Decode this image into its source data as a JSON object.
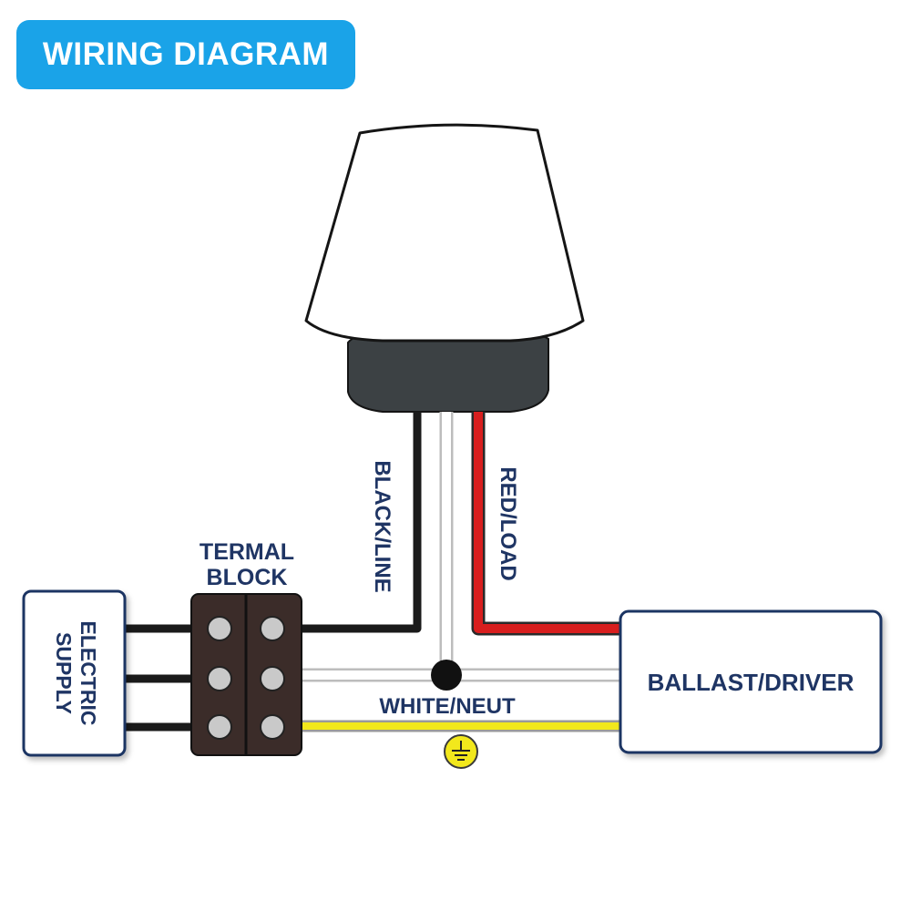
{
  "title": "WIRING DIAGRAM",
  "labels": {
    "black_line": "BLACK/LINE",
    "red_load": "RED/LOAD",
    "termal_block_1": "TERMAL",
    "termal_block_2": "BLOCK",
    "electric_supply_1": "ELECTRIC",
    "electric_supply_2": "SUPPLY",
    "ballast_driver": "BALLAST/DRIVER",
    "white_neut": "WHITE/NEUT"
  },
  "colors": {
    "title_bg": "#1aa3e8",
    "label_text": "#1f3564",
    "box_border": "#1f3564",
    "wire_black": "#1a1a1a",
    "wire_red": "#d81e1e",
    "wire_white": "#ffffff",
    "wire_yellow": "#f2e81c",
    "terminal_block": "#3b2c29",
    "sensor_base": "#3c4144"
  },
  "icons": [
    "photocell-sensor-icon",
    "ground-symbol-icon",
    "junction-dot-icon"
  ]
}
